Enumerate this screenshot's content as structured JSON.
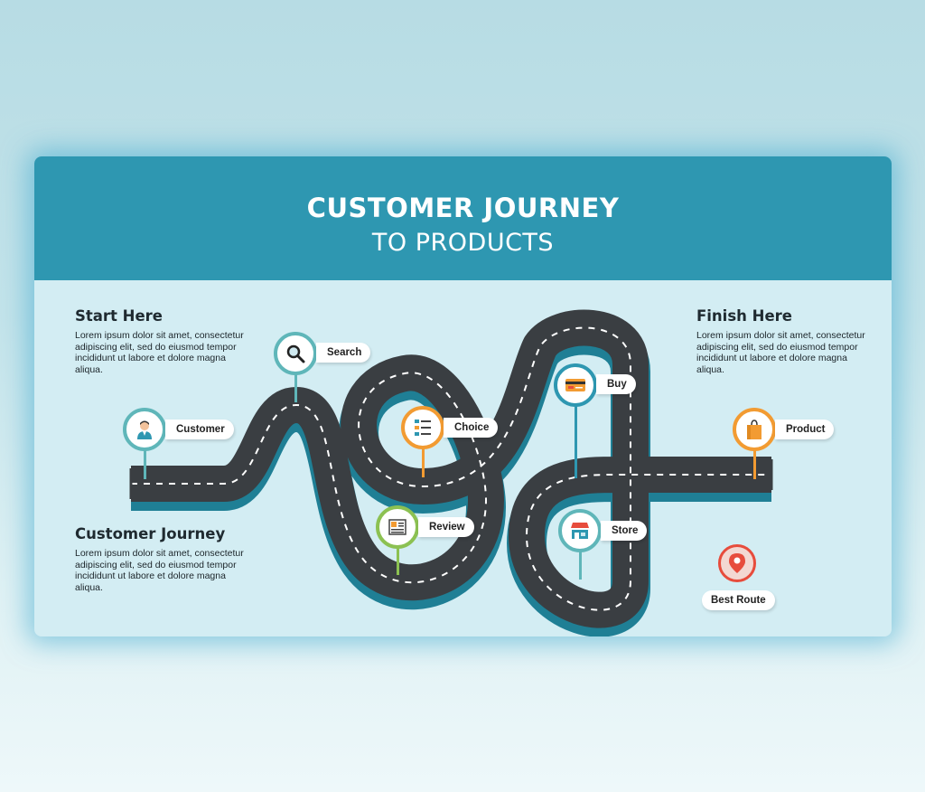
{
  "title": {
    "line1": "CUSTOMER JOURNEY",
    "line2": "TO PRODUCTS"
  },
  "blocks": {
    "start": {
      "heading": "Start Here",
      "text": "Lorem ipsum dolor sit amet, consectetur adipiscing elit, sed do eiusmod tempor incididunt ut labore et dolore magna aliqua."
    },
    "finish": {
      "heading": "Finish Here",
      "text": "Lorem ipsum dolor sit amet, consectetur adipiscing elit, sed do eiusmod tempor incididunt ut labore et dolore magna aliqua."
    },
    "journey": {
      "heading": "Customer Journey",
      "text": "Lorem ipsum dolor sit amet, consectetur adipiscing elit, sed do eiusmod tempor incididunt ut labore et dolore magna aliqua."
    }
  },
  "steps": [
    {
      "label": "Customer",
      "icon": "customer-icon",
      "color": "#5fb6b9"
    },
    {
      "label": "Search",
      "icon": "search-icon",
      "color": "#5fb6b9"
    },
    {
      "label": "Choice",
      "icon": "checklist-icon",
      "color": "#f29b32"
    },
    {
      "label": "Review",
      "icon": "review-icon",
      "color": "#8cc152"
    },
    {
      "label": "Buy",
      "icon": "credit-card-icon",
      "color": "#2e97b1"
    },
    {
      "label": "Store",
      "icon": "store-icon",
      "color": "#5fb6b9"
    },
    {
      "label": "Product",
      "icon": "shopping-bag-icon",
      "color": "#f29b32"
    }
  ],
  "best_route": {
    "label": "Best Route",
    "icon": "location-pin-icon",
    "color": "#e74c3c"
  },
  "colors": {
    "header": "#2e97b1",
    "panel": "#d3edf3",
    "road": "#3a3e42",
    "road_shadow": "#1f7f95",
    "lane_marking": "#ffffff"
  }
}
